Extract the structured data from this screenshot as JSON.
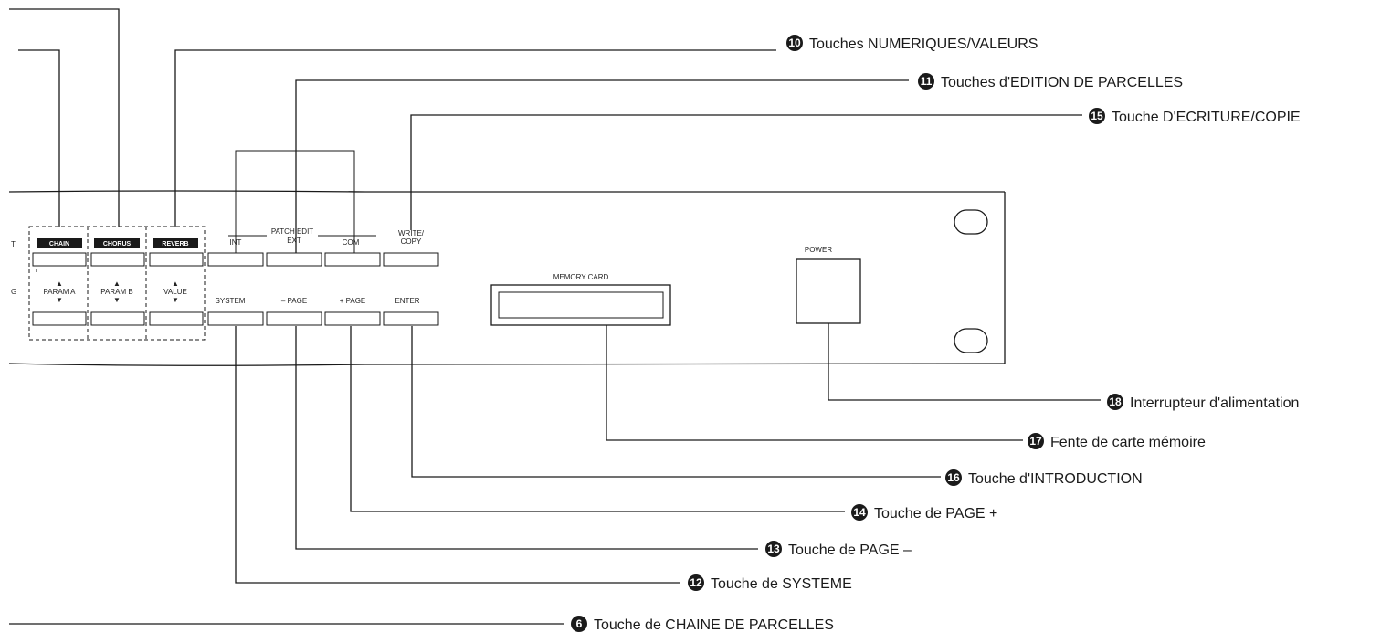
{
  "panel_labels": {
    "patch_edit": "PATCH EDIT",
    "int": "INT",
    "ext": "EXT",
    "com": "COM",
    "write_copy_line1": "WRITE/",
    "write_copy_line2": "COPY",
    "chain": "CHAIN",
    "chorus": "CHORUS",
    "reverb": "REVERB",
    "param_a": "PARAM A",
    "param_b": "PARAM B",
    "value": "VALUE",
    "system": "SYSTEM",
    "page_minus": "– PAGE",
    "page_plus": "+ PAGE",
    "enter": "ENTER",
    "memory_card": "MEMORY CARD",
    "power": "POWER",
    "left_partial_top": "T",
    "left_partial_bottom": "G"
  },
  "callouts": [
    {
      "key": "10",
      "num": "10",
      "text": "Touches NUMERIQUES/VALEURS"
    },
    {
      "key": "11",
      "num": "11",
      "text": "Touches d'EDITION DE PARCELLES"
    },
    {
      "key": "15",
      "num": "15",
      "text": "Touche D'ECRITURE/COPIE"
    },
    {
      "key": "18",
      "num": "18",
      "text": "Interrupteur d'alimentation"
    },
    {
      "key": "17",
      "num": "17",
      "text": "Fente de carte mémoire"
    },
    {
      "key": "16",
      "num": "16",
      "text": "Touche d'INTRODUCTION"
    },
    {
      "key": "14",
      "num": "14",
      "text": "Touche de PAGE +"
    },
    {
      "key": "13",
      "num": "13",
      "text": "Touche de PAGE –"
    },
    {
      "key": "12",
      "num": "12",
      "text": "Touche de SYSTEME"
    },
    {
      "key": "6",
      "num": "6",
      "text": "Touche de CHAINE DE PARCELLES"
    }
  ]
}
